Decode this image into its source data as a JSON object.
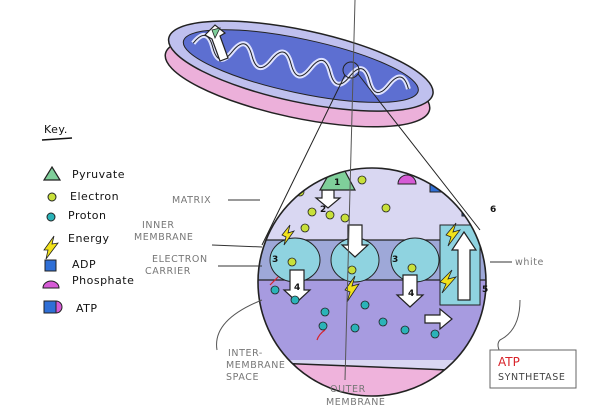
{
  "key": {
    "title": "Key.",
    "items": [
      {
        "symbol": "triangle",
        "label": "Pyruvate",
        "color": "#7fcf9a"
      },
      {
        "symbol": "small-circle",
        "label": "Electron",
        "color": "#c8e03a"
      },
      {
        "symbol": "small-circle",
        "label": "Proton",
        "color": "#2bb3b8"
      },
      {
        "symbol": "lightning",
        "label": "Energy",
        "color": "#f2e21a"
      },
      {
        "symbol": "square",
        "label": "ADP",
        "color": "#2f6fd6"
      },
      {
        "symbol": "semicircle",
        "label": "Phosphate",
        "color": "#d65bd6"
      },
      {
        "symbol": "square-with-semicircle",
        "label": "ATP",
        "color": "#2f6fd6"
      }
    ]
  },
  "labels": {
    "matrix": "MATRIX",
    "inner_membrane": [
      "INNER",
      "MEMBRANE"
    ],
    "electron_carrier": [
      "ELECTRON",
      "CARRIER"
    ],
    "intermembrane_space": [
      "INTER-",
      "MEMBRANE",
      "SPACE"
    ],
    "outer_membrane": [
      "OUTER",
      "MEMBRANE"
    ],
    "atp_synthetase": {
      "line1": "ATP",
      "line2": "SYNTHETASE"
    },
    "white": "white"
  },
  "steps": [
    "1",
    "2",
    "3",
    "4",
    "3",
    "4",
    "5",
    "6"
  ],
  "colors": {
    "matrix": "#c9c6ec",
    "intermembrane": "#a79be0",
    "outer_membrane": "#efb3dc",
    "carrier": "#8fd3e0",
    "atp_red": "#d8232a"
  }
}
